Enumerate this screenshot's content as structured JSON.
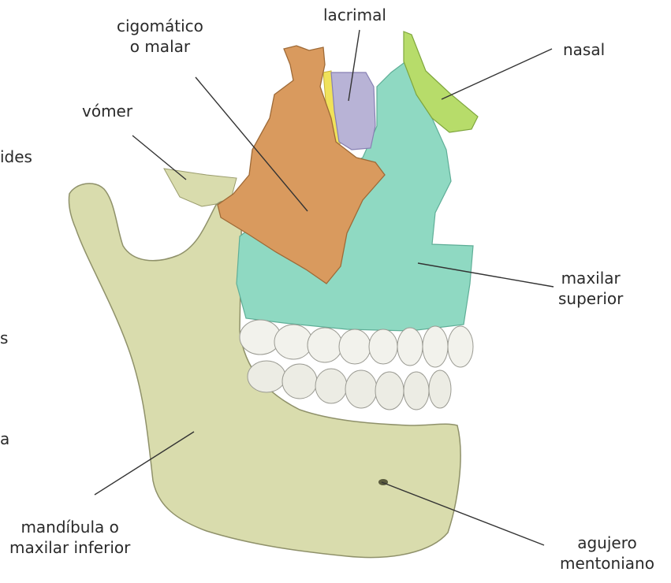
{
  "labels": {
    "cigomatico_line1": "cigomático",
    "cigomatico_line2": "o malar",
    "lacrimal": "lacrimal",
    "nasal": "nasal",
    "vomer": "vómer",
    "maxilar_sup_line1": "maxilar",
    "maxilar_sup_line2": "superior",
    "mandibula_line1": "mandíbula o",
    "mandibula_line2": "maxilar inferior",
    "agujero_line1": "agujero",
    "agujero_line2": "mentoniano",
    "cut_left_1": "ides",
    "cut_left_2": "s",
    "cut_left_3": "a"
  },
  "colors": {
    "mandible": "#d9dcad",
    "maxilla": "#8fd9c2",
    "zygomatic": "#d99a5e",
    "lacrimal": "#b8b3d6",
    "nasal": "#b7dc6a",
    "teeth": "#f2f2ec",
    "ethmoid_strip": "#f0e25a"
  }
}
